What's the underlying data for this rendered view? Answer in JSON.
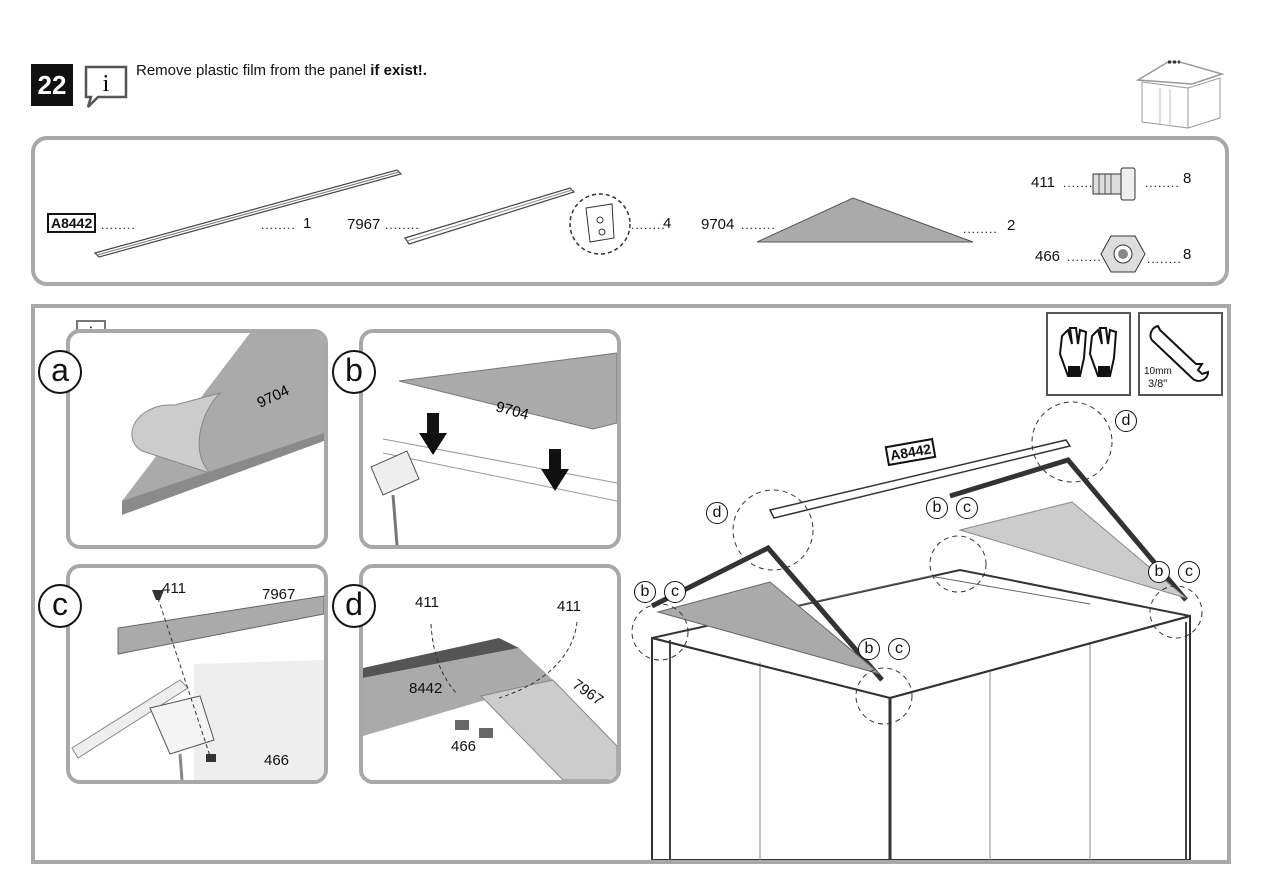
{
  "header": {
    "step_number": "22",
    "instruction_text": "Remove plastic film from the panel ",
    "instruction_bold": "if exist!."
  },
  "parts": [
    {
      "id": "A8442",
      "qty": "1"
    },
    {
      "id": "7967",
      "qty": "4"
    },
    {
      "id": "9704",
      "qty": "2"
    },
    {
      "id": "411",
      "qty": "8"
    },
    {
      "id": "466",
      "qty": "8"
    }
  ],
  "dots": "........",
  "detail_panels": {
    "a": {
      "letter": "a",
      "part": "9704"
    },
    "b": {
      "letter": "b",
      "part": "9704"
    },
    "c": {
      "letter": "c",
      "bolt": "411",
      "rail": "7967",
      "nut": "466"
    },
    "d": {
      "letter": "d",
      "bolt_left": "411",
      "bolt_right": "411",
      "ridge": "8442",
      "rail": "7967",
      "nut": "466"
    }
  },
  "main_diagram": {
    "ridge_label": "A8442",
    "callouts": [
      "d",
      "b",
      "c"
    ]
  },
  "tools": {
    "wrench_size_mm": "10mm",
    "wrench_size_in": "3/8\""
  },
  "info_icon_glyph": "i"
}
